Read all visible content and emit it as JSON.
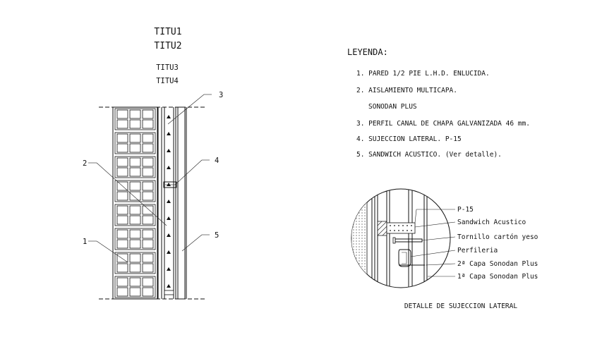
{
  "titles": {
    "t1": "TITU1",
    "t2": "TITU2",
    "t3": "TITU3",
    "t4": "TITU4"
  },
  "callouts": [
    "1",
    "2",
    "3",
    "4",
    "5"
  ],
  "legend": {
    "heading": "LEYENDA:",
    "items": [
      "1. PARED 1/2 PIE L.H.D. ENLUCIDA.",
      "2. AISLAMIENTO MULTICAPA.",
      "SONODAN PLUS",
      "3. PERFIL CANAL DE CHAPA GALVANIZADA 46 mm.",
      "4. SUJECCION LATERAL.   P-15",
      "5. SANDWICH ACUSTICO. (Ver detalle)."
    ]
  },
  "detail": {
    "labels": [
      "P-15",
      "Sandwich Acustico",
      "Tornillo cartón yeso",
      "Perfileria",
      "2ª Capa Sonodan Plus",
      "1ª Capa Sonodan Plus"
    ],
    "caption": "DETALLE DE SUJECCION LATERAL"
  }
}
